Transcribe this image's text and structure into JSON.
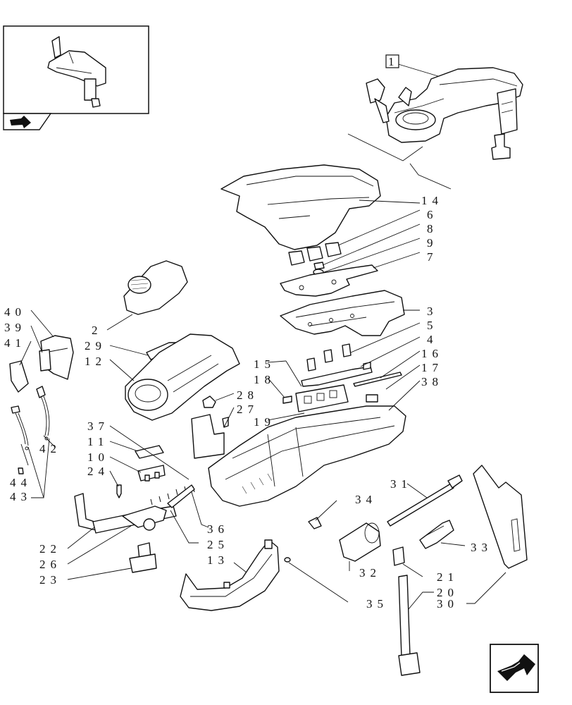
{
  "callouts": {
    "c1": "1",
    "c14": "14",
    "c6": "6",
    "c8": "8",
    "c9": "9",
    "c7": "7",
    "c3": "3",
    "c5": "5",
    "c4": "4",
    "c16": "16",
    "c17": "17",
    "c38": "38",
    "c40": "40",
    "c39": "39",
    "c41": "41",
    "c2": "2",
    "c29": "29",
    "c12": "12",
    "c15": "15",
    "c18": "18",
    "c28": "28",
    "c27": "27",
    "c19": "19",
    "c37": "37",
    "c11": "11",
    "c10": "10",
    "c24": "24",
    "c42": "42",
    "c44": "44",
    "c43": "43",
    "c34": "34",
    "c31": "31",
    "c33": "33",
    "c36": "36",
    "c25": "25",
    "c22": "22",
    "c26": "26",
    "c23": "23",
    "c13": "13",
    "c32": "32",
    "c21": "21",
    "c20": "20",
    "c30": "30",
    "c35": "35"
  },
  "icons": {
    "thumbnail_arrow": "page-flag-arrow-icon",
    "next_arrow": "next-page-arrow-icon"
  }
}
